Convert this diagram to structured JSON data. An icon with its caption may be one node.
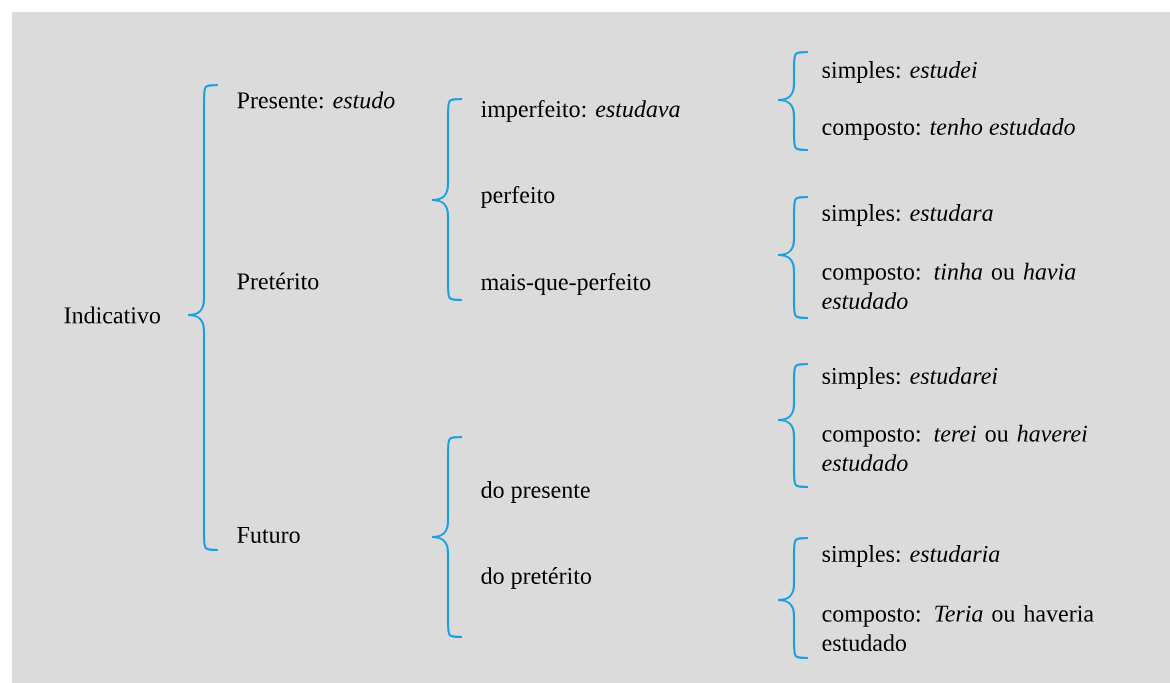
{
  "diagram": {
    "nodes": [
      {
        "text": [
          "Indicativo"
        ]
      },
      {
        "text": [
          "Presente: *estudo*"
        ]
      },
      {
        "text": [
          "Pretérito"
        ]
      },
      {
        "text": [
          "Futuro"
        ]
      },
      {
        "text": [
          "imperfeito: *estudava*"
        ]
      },
      {
        "text": [
          "perfeito"
        ]
      },
      {
        "text": [
          "mais-que-perfeito"
        ]
      },
      {
        "text": [
          "do presente"
        ]
      },
      {
        "text": [
          "do pretérito"
        ]
      },
      {
        "text": [
          "simples: *estudei*"
        ]
      },
      {
        "text": [
          "composto: *tenho estudado*"
        ]
      },
      {
        "text": [
          "simples: *estudara*"
        ]
      },
      {
        "text": [
          "composto: *tinha* ou *havia estudado*"
        ]
      },
      {
        "text": [
          "simples: *estudarei*"
        ]
      },
      {
        "text": [
          "composto: *terei* ou *haverei estudado*"
        ]
      },
      {
        "text": [
          "simples: *estudaria*"
        ]
      },
      {
        "text": [
          "composto: *Teria* ou haveria estudado"
        ]
      }
    ]
  }
}
